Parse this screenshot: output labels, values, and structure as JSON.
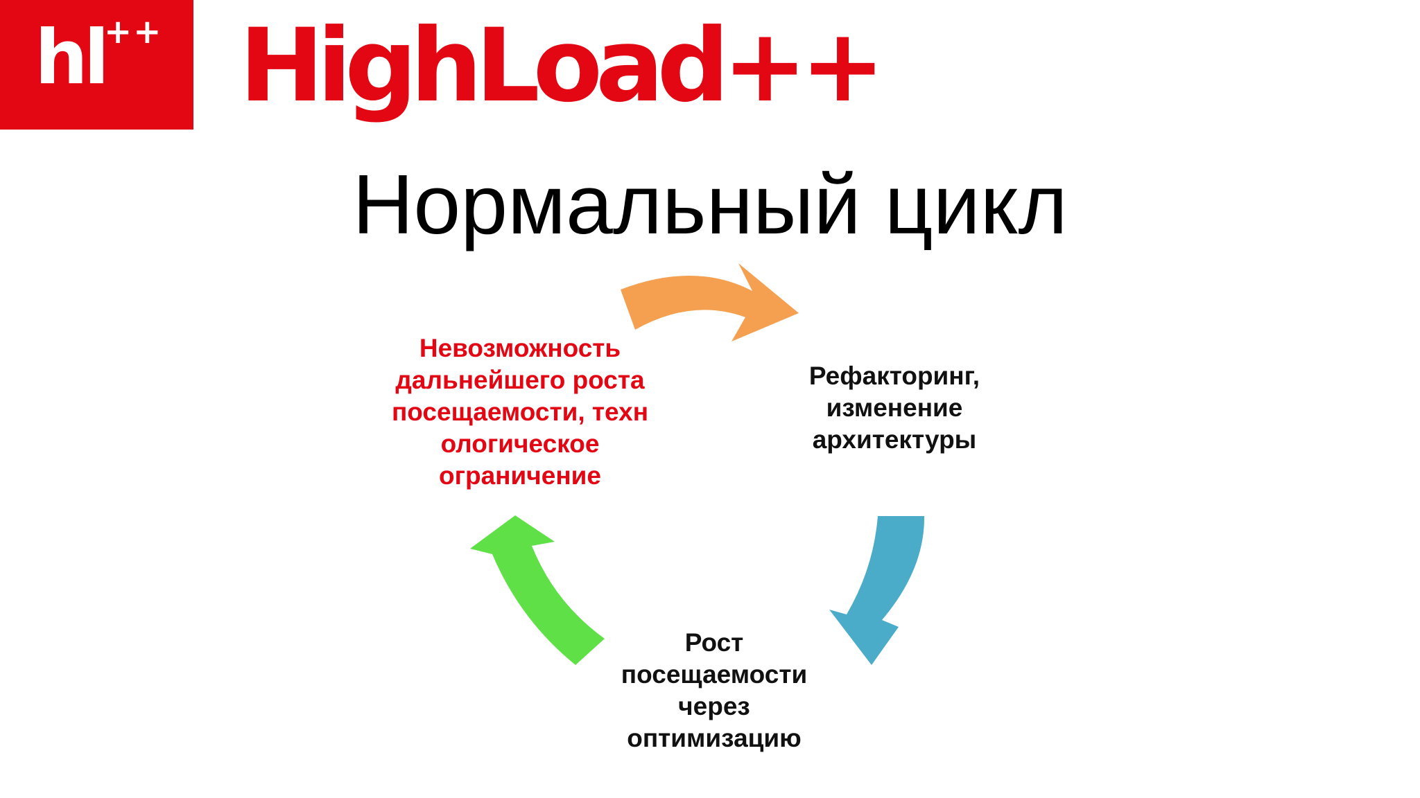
{
  "logo": {
    "short": "hl",
    "plus": "++",
    "wordmark": "HighLoad++"
  },
  "slide": {
    "title": "Нормальный цикл"
  },
  "cycle": {
    "nodes": [
      {
        "id": "limit",
        "lines": [
          "Невозможность",
          "дальнейшего роста",
          "посещаемости, техн",
          "ологическое",
          "ограничение"
        ],
        "color": "#e30613"
      },
      {
        "id": "refactoring",
        "lines": [
          "Рефакторинг,",
          "изменение",
          "архитектуры"
        ],
        "color": "#111111"
      },
      {
        "id": "growth",
        "lines": [
          "Рост",
          "посещаемости",
          "через",
          "оптимизацию"
        ],
        "color": "#111111"
      }
    ],
    "arrows": [
      {
        "id": "limit-to-refactoring",
        "from": "limit",
        "to": "refactoring",
        "color": "#f4a050"
      },
      {
        "id": "refactoring-to-growth",
        "from": "refactoring",
        "to": "growth",
        "color": "#4aacc8"
      },
      {
        "id": "growth-to-limit",
        "from": "growth",
        "to": "limit",
        "color": "#5fe046"
      }
    ]
  },
  "colors": {
    "brand_red": "#e30613",
    "background": "#ffffff"
  }
}
